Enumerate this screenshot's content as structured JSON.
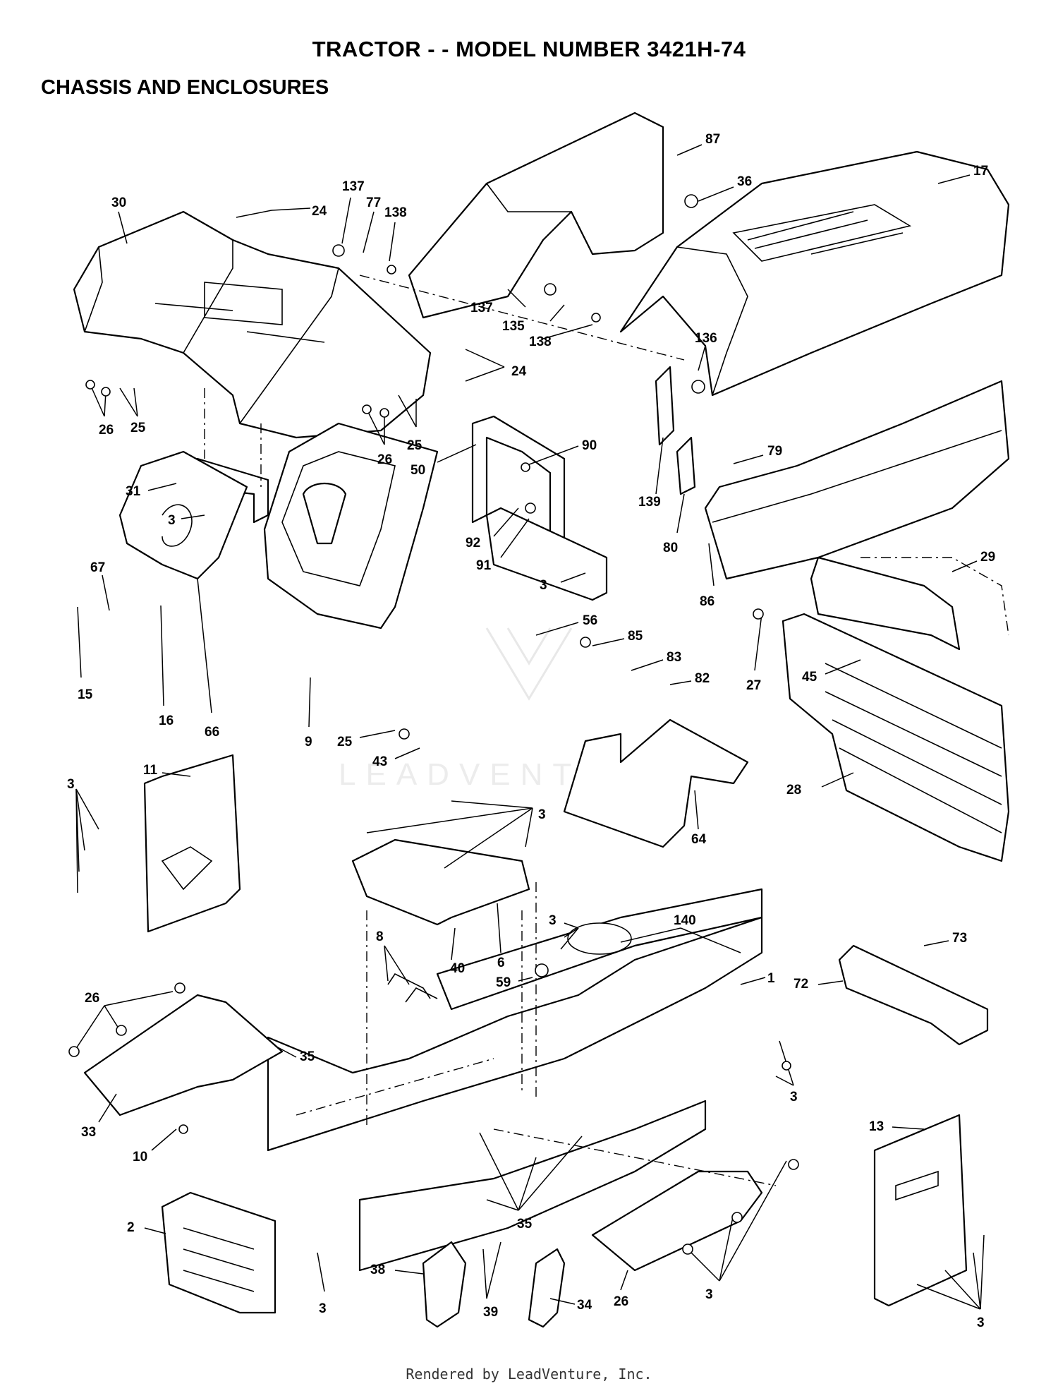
{
  "header": {
    "title": "TRACTOR - - MODEL NUMBER 3421H-74",
    "subtitle": "CHASSIS AND ENCLOSURES"
  },
  "watermark": {
    "text": "LEADVENTURE"
  },
  "footer": {
    "text": "Rendered by LeadVenture, Inc."
  },
  "callouts": [
    "87",
    "17",
    "36",
    "30",
    "24",
    "137",
    "77",
    "138",
    "137",
    "135",
    "138",
    "136",
    "26",
    "25",
    "24",
    "26",
    "25",
    "50",
    "90",
    "79",
    "139",
    "31",
    "3",
    "92",
    "91",
    "80",
    "3",
    "86",
    "67",
    "29",
    "56",
    "85",
    "83",
    "82",
    "27",
    "45",
    "15",
    "16",
    "66",
    "9",
    "25",
    "43",
    "11",
    "3",
    "3",
    "64",
    "28",
    "3",
    "8",
    "140",
    "40",
    "6",
    "59",
    "1",
    "73",
    "72",
    "26",
    "35",
    "3",
    "33",
    "10",
    "13",
    "2",
    "35",
    "38",
    "3",
    "39",
    "34",
    "26",
    "3",
    "3"
  ]
}
